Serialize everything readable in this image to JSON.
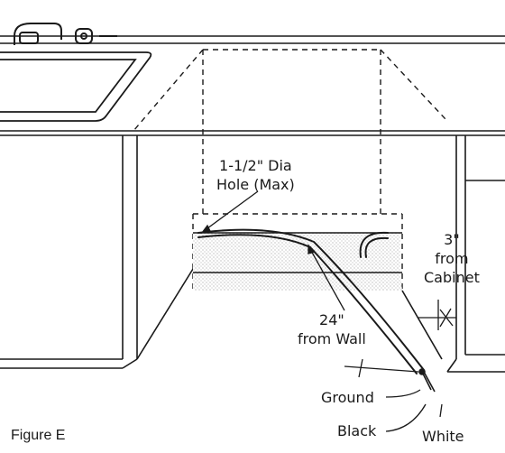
{
  "labels": {
    "hole_line1": "1-1/2\" Dia",
    "hole_line2": "Hole (Max)",
    "cabinet_value": "3\"",
    "cabinet_line1": "from",
    "cabinet_line2": "Cabinet",
    "wall_value": "24\"",
    "wall_line": "from Wall",
    "ground": "Ground",
    "black": "Black",
    "white": "White"
  },
  "figure_caption": "Figure E"
}
